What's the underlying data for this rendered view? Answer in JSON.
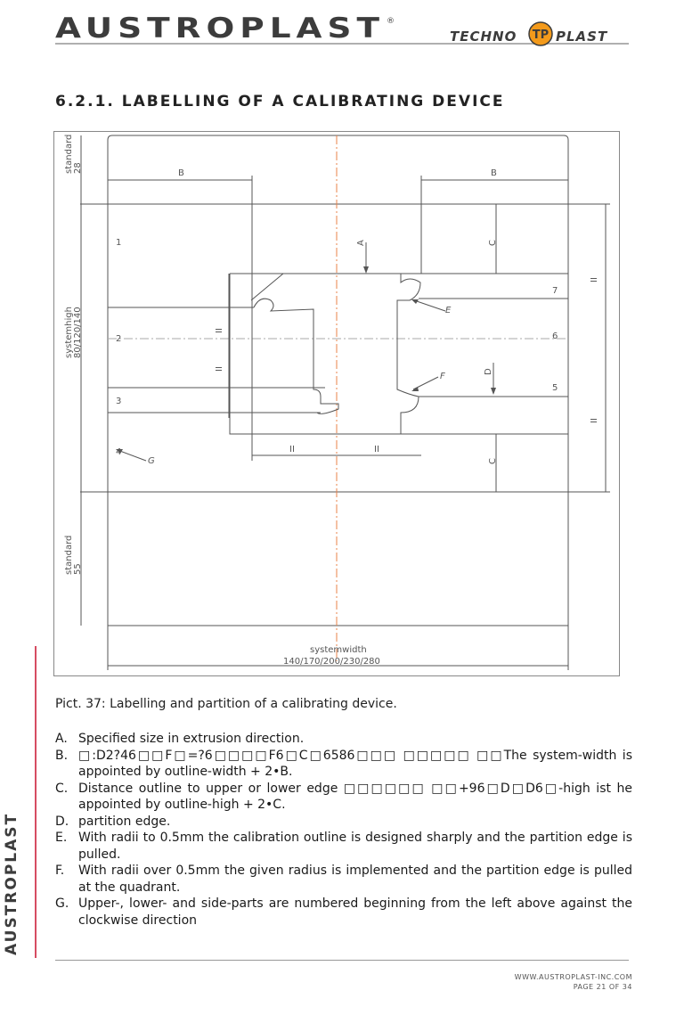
{
  "header": {
    "logo_text": "AUSTROPLAST",
    "registered_mark": "®",
    "techno": "TECHNO",
    "tp_badge": "TP",
    "plast": "PLAST"
  },
  "section_title": "6.2.1. LABELLING OF A CALIBRATING DEVICE",
  "figure": {
    "label_standard_top": "standard",
    "value_standard_top": "28",
    "label_systemhigh": "systemhigh",
    "value_systemhigh": "80/120/140",
    "label_standard_bottom": "standard",
    "value_standard_bottom": "55",
    "label_systemwidth": "systemwidth",
    "value_systemwidth": "140/170/200/230/280",
    "dim_B": "B",
    "dim_A": "A",
    "dim_C": "C",
    "dim_D": "D",
    "dim_E": "E",
    "dim_F": "F",
    "dim_G": "G",
    "dim_II": "II",
    "part_1": "1",
    "part_2": "2",
    "part_3": "3",
    "part_4": "4",
    "part_5": "5",
    "part_6": "6",
    "part_7": "7"
  },
  "caption": "Pict. 37: Labelling and partition of a calibrating device.",
  "items": [
    {
      "marker": "A.",
      "text": "Specified size in extrusion direction."
    },
    {
      "marker": "B.",
      "text": "□:D2?46□□F□=?6□□□□F6□C□6586□□□ □□□□□ □□The system-width is appointed by outline-width + 2•B."
    },
    {
      "marker": "C.",
      "text": "Distance outline to upper or lower edge □□□□□□ □□+96□D□D6□-high ist he appointed by outline-high + 2•C."
    },
    {
      "marker": "D.",
      "text": "partition edge."
    },
    {
      "marker": "E.",
      "text": "With radii to 0.5mm the calibration outline is designed sharply and the partition edge is pulled."
    },
    {
      "marker": "F.",
      "text": "With radii over 0.5mm the given radius is implemented and the partition edge is pulled at the quadrant."
    },
    {
      "marker": "G.",
      "text": "Upper-, lower- and side-parts are numbered beginning from the left above against the clockwise direction"
    }
  ],
  "footer": {
    "website": "WWW.AUSTROPLAST-INC.COM",
    "page": "PAGE 21 OF 34"
  },
  "side_logo": "AUSTROPLAST",
  "colors": {
    "logo": "#3c3c3c",
    "accent_red": "#c8102e",
    "tp_orange": "#f39a1b",
    "centerline": "#e8834a",
    "drawing": "#555555"
  }
}
